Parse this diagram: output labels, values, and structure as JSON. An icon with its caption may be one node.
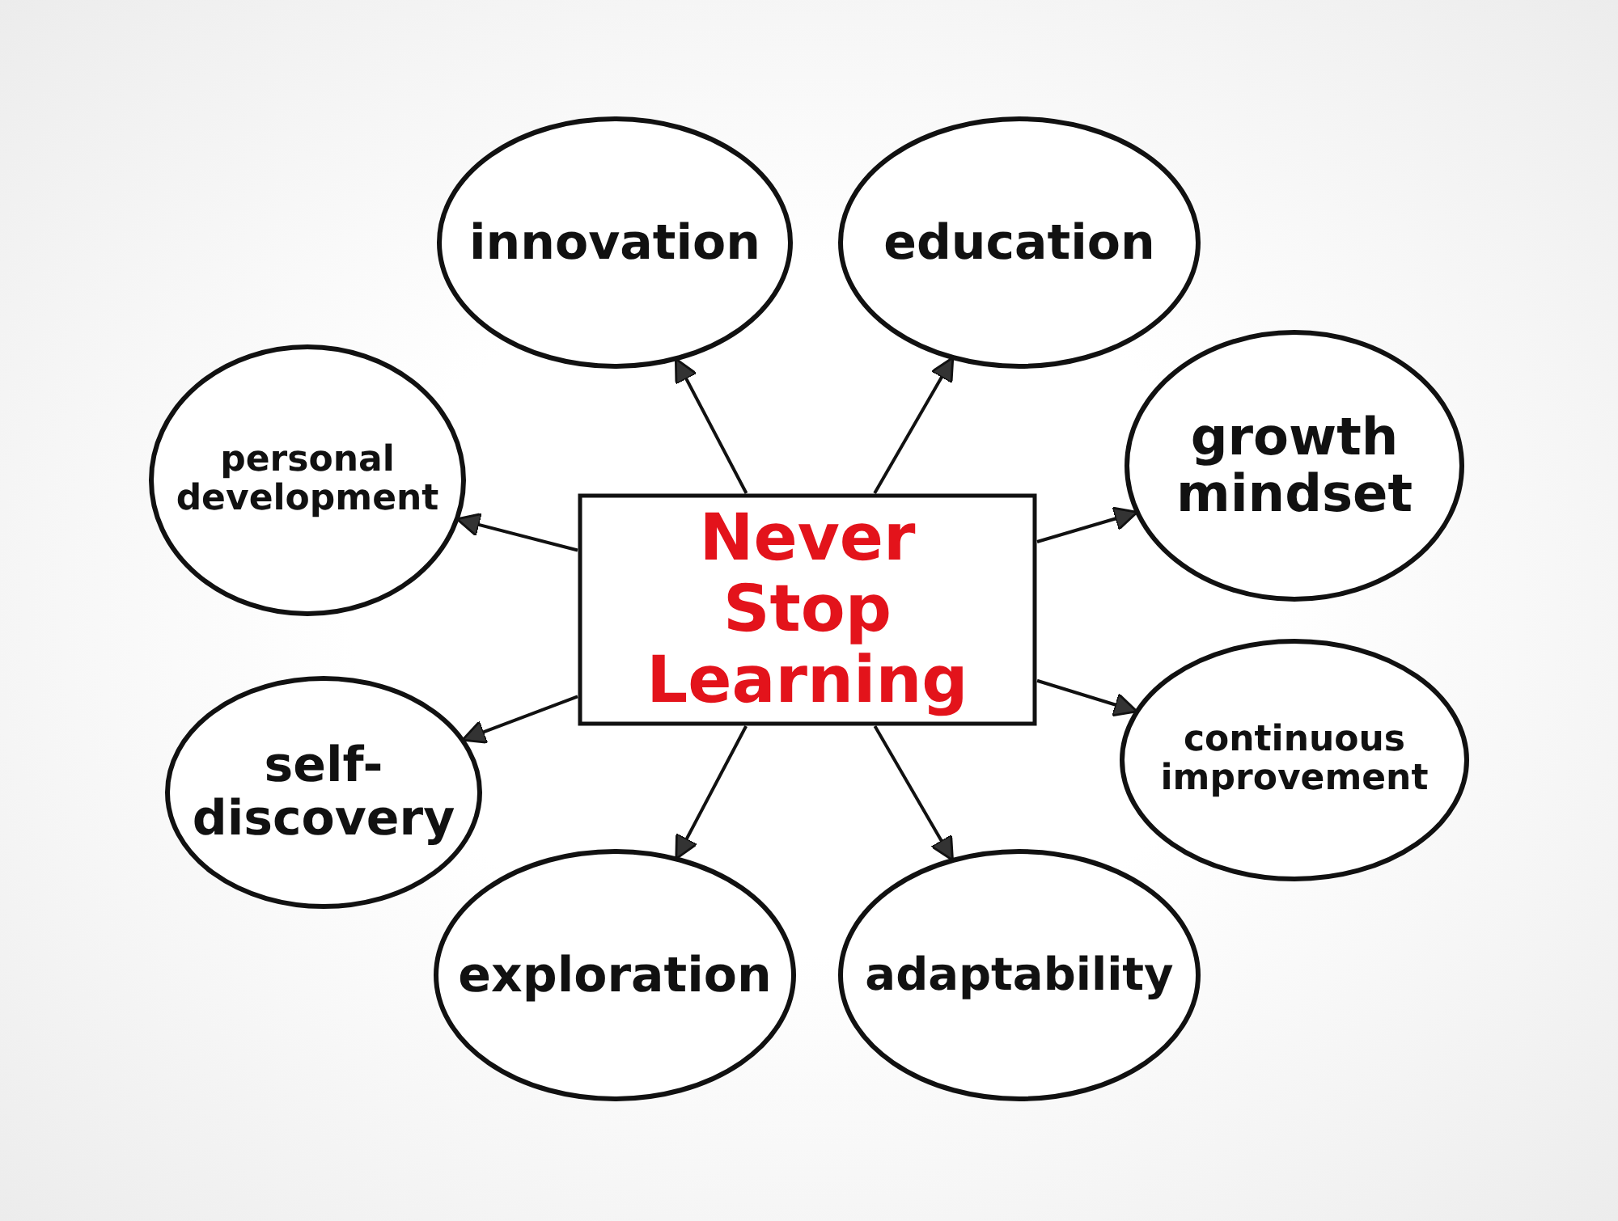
{
  "diagram": {
    "nodes": [
      {
        "text": [
          "Never Stop Learning"
        ]
      },
      {
        "text": [
          "innovation"
        ]
      },
      {
        "text": [
          "education"
        ]
      },
      {
        "text": [
          "personal development"
        ]
      },
      {
        "text": [
          "growth mindset"
        ]
      },
      {
        "text": [
          "self-discovery"
        ]
      },
      {
        "text": [
          "continuous improvement"
        ]
      },
      {
        "text": [
          "exploration"
        ]
      },
      {
        "text": [
          "adaptability"
        ]
      }
    ],
    "edges": [
      {
        "from": 0,
        "to": 1,
        "arrow": "to"
      },
      {
        "from": 0,
        "to": 2,
        "arrow": "to"
      },
      {
        "from": 0,
        "to": 3,
        "arrow": "to"
      },
      {
        "from": 0,
        "to": 4,
        "arrow": "to"
      },
      {
        "from": 0,
        "to": 5,
        "arrow": "to"
      },
      {
        "from": 0,
        "to": 6,
        "arrow": "to"
      },
      {
        "from": 0,
        "to": 7,
        "arrow": "to"
      },
      {
        "from": 0,
        "to": 8,
        "arrow": "to"
      }
    ]
  }
}
